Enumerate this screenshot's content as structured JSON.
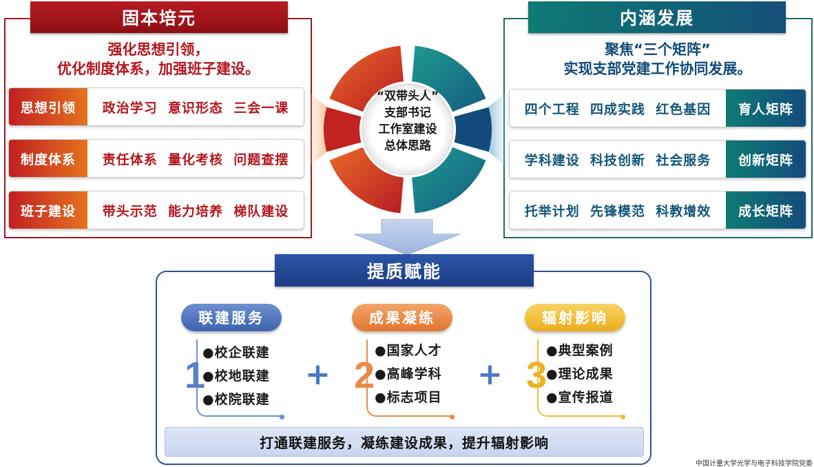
{
  "left": {
    "title": "固本培元",
    "subtitle_line1": "强化思想引领，",
    "subtitle_line2": "优化制度体系，加强班子建设。",
    "rows": [
      {
        "tag": "思想引领",
        "text": "政治学习  意识形态  三会一课"
      },
      {
        "tag": "制度体系",
        "text": "责任体系  量化考核  问题查摆"
      },
      {
        "tag": "班子建设",
        "text": "带头示范  能力培养  梯队建设"
      }
    ]
  },
  "right": {
    "title": "内涵发展",
    "subtitle_line1": "聚焦“三个矩阵”",
    "subtitle_line2": "实现支部党建工作协同发展。",
    "rows": [
      {
        "text": "四个工程  四成实践  红色基因",
        "tag": "育人矩阵"
      },
      {
        "text": "学科建设  科技创新  社会服务",
        "tag": "创新矩阵"
      },
      {
        "text": "托举计划  先锋模范  科教增效",
        "tag": "成长矩阵"
      }
    ]
  },
  "center": {
    "line1": "“双带头人”",
    "line2": "支部书记",
    "line3": "工作室建设",
    "line4": "总体思路"
  },
  "bottom": {
    "title": "提质赋能",
    "groups": [
      {
        "label": "联建服务",
        "number": "1",
        "items": [
          "校企联建",
          "校地联建",
          "校院联建"
        ]
      },
      {
        "label": "成果凝练",
        "number": "2",
        "items": [
          "国家人才",
          "高峰学科",
          "标志项目"
        ]
      },
      {
        "label": "辐射影响",
        "number": "3",
        "items": [
          "典型案例",
          "理论成果",
          "宣传报道"
        ]
      }
    ],
    "plus": "+",
    "bullet": "●",
    "summary": "打通联建服务，凝练建设成果，提升辐射影响"
  },
  "watermark": "中国计量大学光学与电子科技学院党委",
  "colors": {
    "red": "#b3151c",
    "teal": "#0e7b74",
    "navy": "#1d3c86",
    "blue": "#3d63ad",
    "orange": "#e27530",
    "yellow": "#ecad1d"
  }
}
